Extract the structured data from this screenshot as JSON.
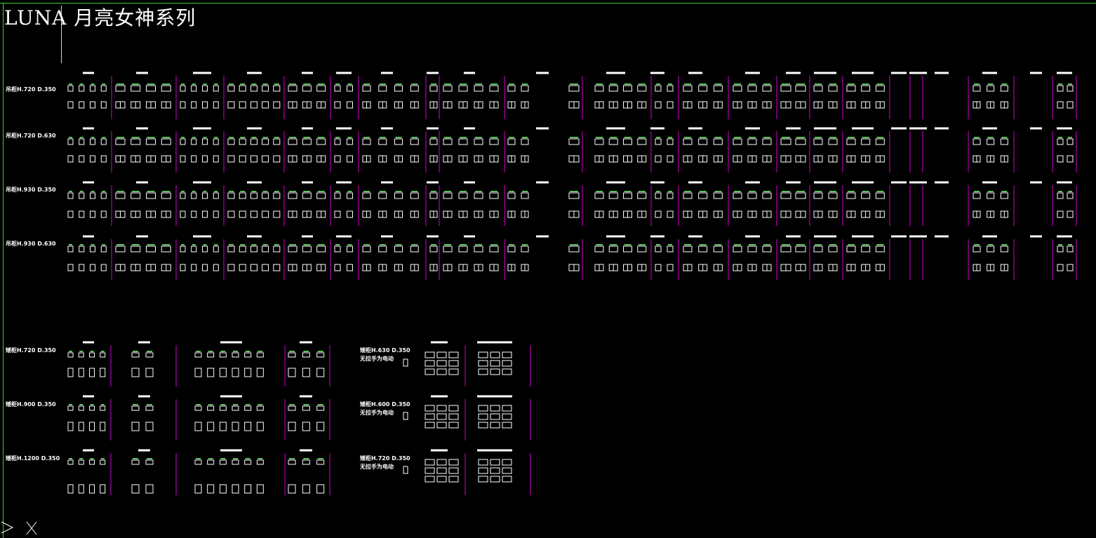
{
  "title": "LUNA 月亮女神系列",
  "wall_cabinets": [
    {
      "label": "吊柜H.720 D.350"
    },
    {
      "label": "吊柜H.720 D.630"
    },
    {
      "label": "吊柜H.930 D.350"
    },
    {
      "label": "吊柜H.930 D.630"
    }
  ],
  "base_cabinets": [
    {
      "label": "矮柜H.720 D.350"
    },
    {
      "label": "矮柜H.900 D.350"
    },
    {
      "label": "矮柜H.1200 D.350"
    }
  ],
  "drawer_cabinets": [
    {
      "label": "矮柜H.630 D.350",
      "note": "无拉手为电动"
    },
    {
      "label": "矮柜H.600 D.350",
      "note": "无拉手为电动"
    },
    {
      "label": "矮柜H.720 D.350",
      "note": "无拉手为电动"
    }
  ],
  "colors": {
    "background": "#000000",
    "frame": "#3ad13a",
    "outline": "#ffffff",
    "accent_green": "#7cff7c",
    "divider": "#d400d4"
  },
  "icons": {
    "ucs": "ucs-icon"
  }
}
